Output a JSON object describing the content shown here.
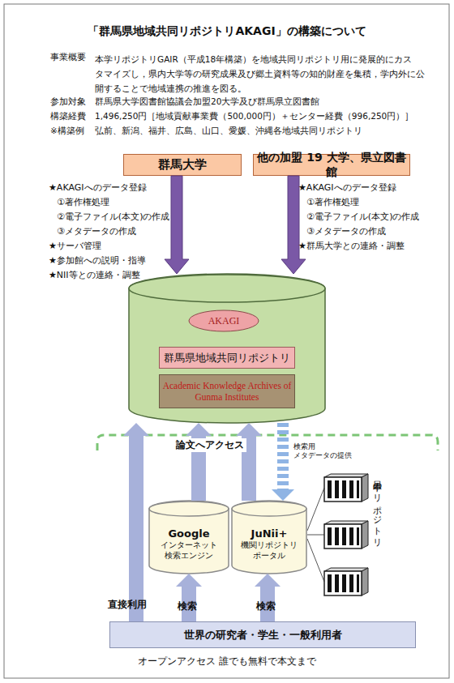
{
  "diagram": {
    "title": "「群馬県地域共同リポジトリAKAGI」の構築について",
    "nodes": [
      {
        "text": [
          "群馬大学"
        ]
      },
      {
        "text": [
          "他の加盟 19 大学、県立図書館"
        ]
      },
      {
        "text": []
      },
      {
        "text": [
          "AKAGI"
        ],
        "in": 2
      },
      {
        "text": [
          "群馬県地域共同リポジトリ"
        ],
        "in": 2
      },
      {
        "text": [
          "Academic Knowledge Archives of Gunma Institutes"
        ],
        "in": 2
      },
      {
        "text": [
          "Google",
          "インターネット 検索エンジン"
        ]
      },
      {
        "text": [
          "JuNii+",
          "機関リポジトリ ポータル"
        ]
      },
      {
        "text": [
          "世界の研究者・学生・一般利用者"
        ]
      }
    ],
    "edges": [
      {
        "from": 0,
        "to": 2,
        "arrow": "to"
      },
      {
        "from": 1,
        "to": 2,
        "arrow": "to"
      },
      {
        "from": 8,
        "to": 2,
        "label": "直接利用",
        "arrow": "to"
      },
      {
        "from": 8,
        "to": 6,
        "label": "検索",
        "arrow": "to"
      },
      {
        "from": 8,
        "to": 7,
        "label": "検索",
        "arrow": "to"
      },
      {
        "from": 6,
        "to": 2,
        "arrow": "to"
      },
      {
        "from": 7,
        "to": 2,
        "arrow": "to"
      },
      {
        "from": 2,
        "to": 7,
        "label": "検索用 メタデータの提供",
        "arrow": "to"
      }
    ],
    "labels": [
      "事業概要",
      "本学リポジトリGAIR（平成18年構築）を地域共同リポジトリ用に発展的にカス タマイズし，県内大学等の研究成果及び郷土資料等の知的財産を集積，学内外に公 開することで地域連携の推進を図る。",
      "参加対象",
      "群馬県大学図書館協議会加盟20大学及び群馬県立図書館",
      "構築経費",
      "1,496,250円［地域貢献事業費（500,000円）＋センター経費（996,250円）］",
      "※構築例",
      "弘前、新潟、福井、広島、山口、愛媛、沖縄各地域共同リポジトリ",
      "★AKAGIへのデータ登録",
      "①著作権処理",
      "②電子ファイル(本文)の作成",
      "③メタデータの作成",
      "★サーバ管理",
      "★参加館への説明・指導",
      "★NII等との連絡・調整",
      "★AKAGIへのデータ登録",
      "①著作権処理",
      "②電子ファイル(本文)の作成",
      "③メタデータの作成",
      "★群馬大学との連絡・調整",
      "論文へアクセス",
      "日本中のリポジトリ",
      "オープンアクセス 誰でも無料で本文まで"
    ]
  }
}
